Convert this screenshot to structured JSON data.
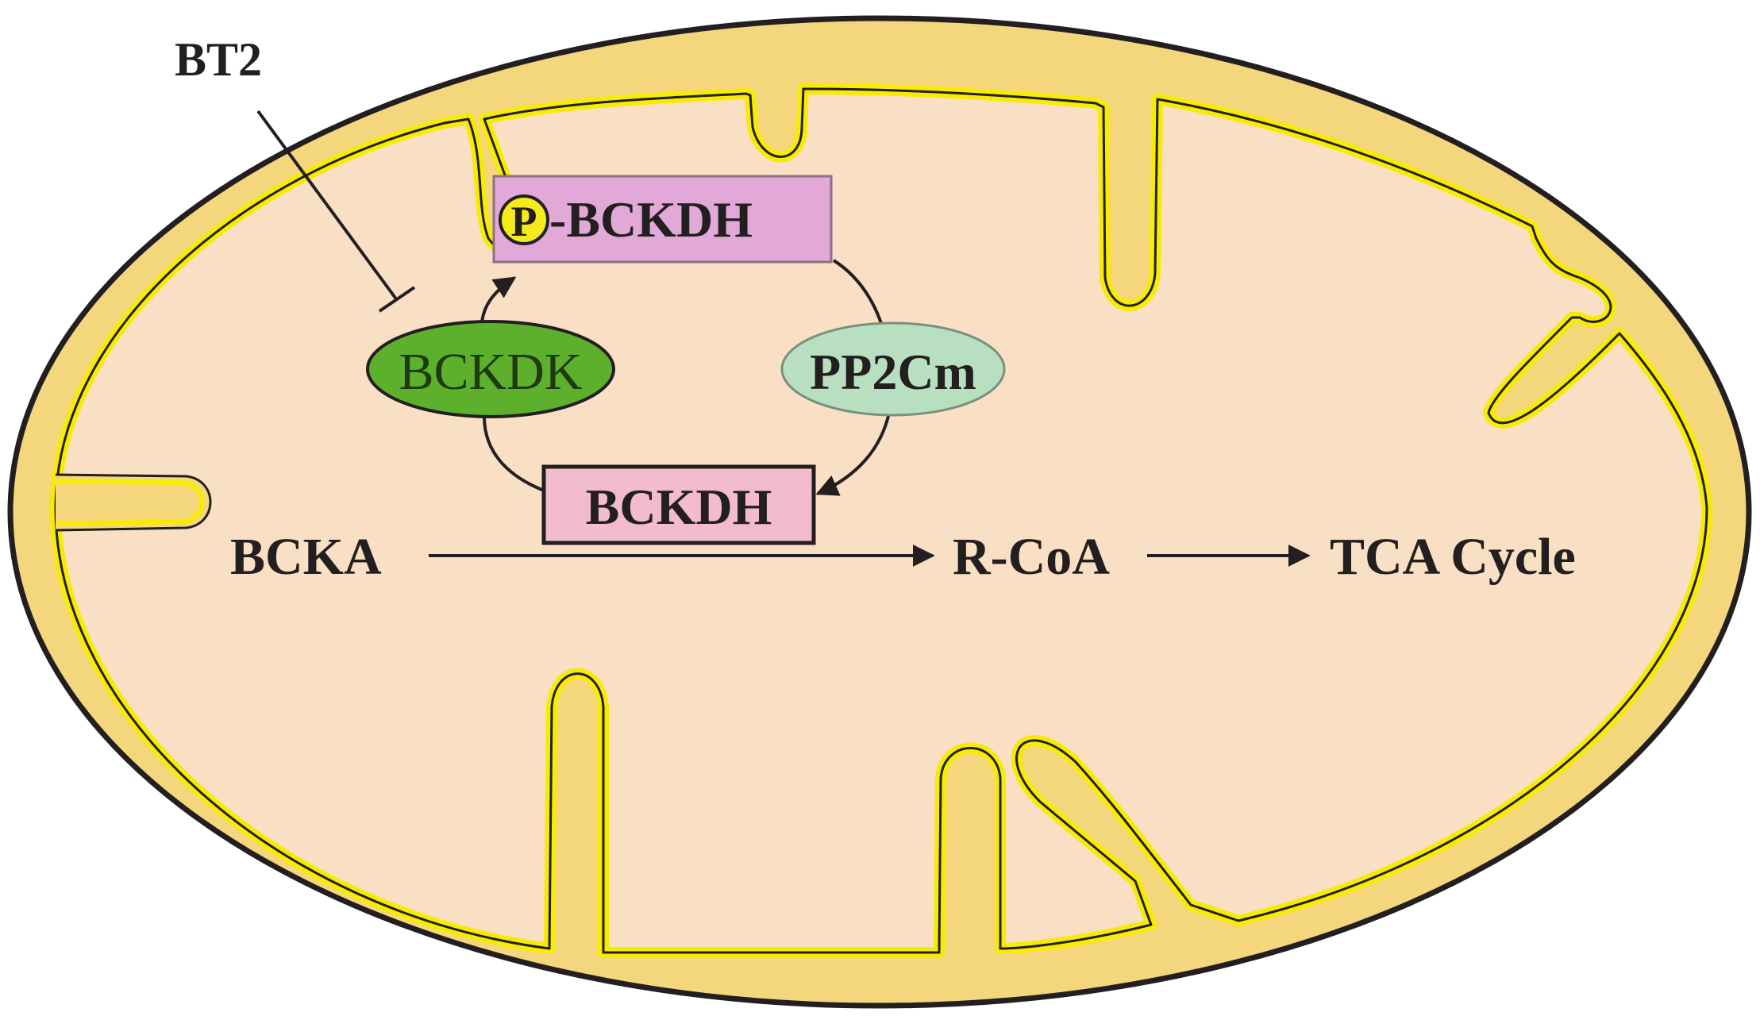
{
  "diagram": {
    "inhibitor": "BT2",
    "phospho_symbol": "P",
    "phospho_enzyme": "-BCKDH",
    "kinase": "BCKDK",
    "phosphatase": "PP2Cm",
    "enzyme": "BCKDH",
    "substrate": "BCKA",
    "product": "R-CoA",
    "destination": "TCA Cycle"
  },
  "colors": {
    "outer_membrane": "#f4d67c",
    "membrane_line": "#f7ec00",
    "matrix": "#f9dfc3",
    "phospho_box": "#e2a9d8",
    "enzyme_box": "#f2bccc",
    "kinase_fill": "#5db02c",
    "phosphatase_fill": "#b8e0c0",
    "phospho_circle": "#f5ea1c",
    "stroke": "#231f20"
  }
}
